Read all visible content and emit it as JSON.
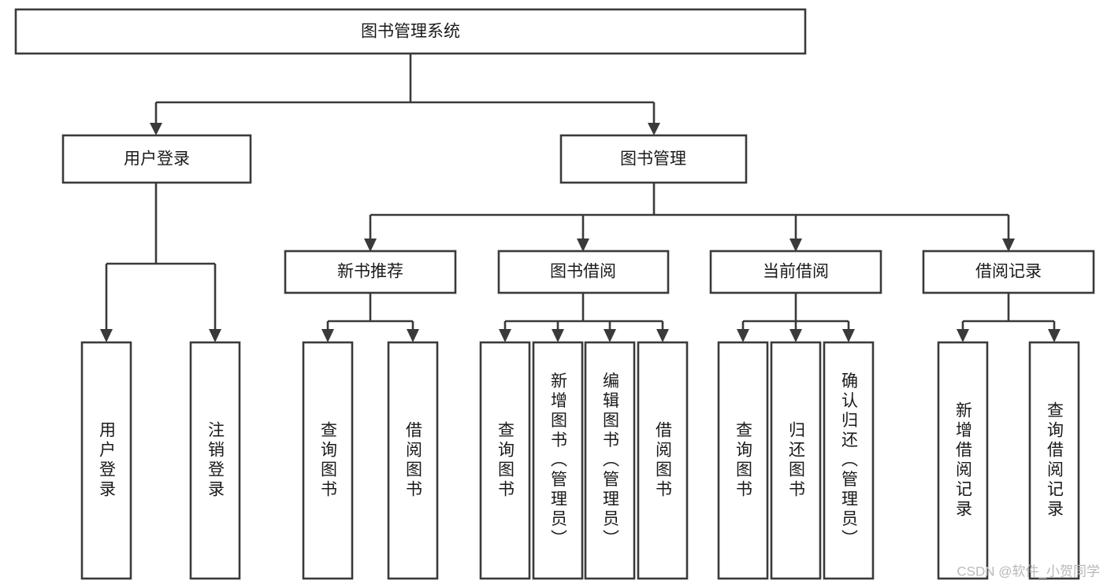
{
  "diagram": {
    "type": "tree-hierarchy",
    "title": "图书管理系统",
    "watermark": "CSDN @软件_小贺同学",
    "colors": {
      "box_stroke": "#3a3a3a",
      "box_fill": "#ffffff",
      "text": "#1a1a1a",
      "connector": "#3a3a3a",
      "watermark": "#b9b9b9",
      "background": "#ffffff"
    },
    "root": {
      "label": "图书管理系统"
    },
    "level2": [
      {
        "label": "用户登录"
      },
      {
        "label": "图书管理"
      }
    ],
    "level3": [
      {
        "label": "新书推荐"
      },
      {
        "label": "图书借阅"
      },
      {
        "label": "当前借阅"
      },
      {
        "label": "借阅记录"
      }
    ],
    "leaves": {
      "user_login": [
        {
          "label": "用户登录"
        },
        {
          "label": "注销登录"
        }
      ],
      "new_book_recommend": [
        {
          "label": "查询图书"
        },
        {
          "label": "借阅图书"
        }
      ],
      "book_borrow": [
        {
          "label": "查询图书"
        },
        {
          "label": "新增图书（管理员）"
        },
        {
          "label": "编辑图书（管理员）"
        },
        {
          "label": "借阅图书"
        }
      ],
      "current_borrow": [
        {
          "label": "查询图书"
        },
        {
          "label": "归还图书"
        },
        {
          "label": "确认归还（管理员）"
        }
      ],
      "borrow_record": [
        {
          "label": "新增借阅记录"
        },
        {
          "label": "查询借阅记录"
        }
      ]
    }
  }
}
